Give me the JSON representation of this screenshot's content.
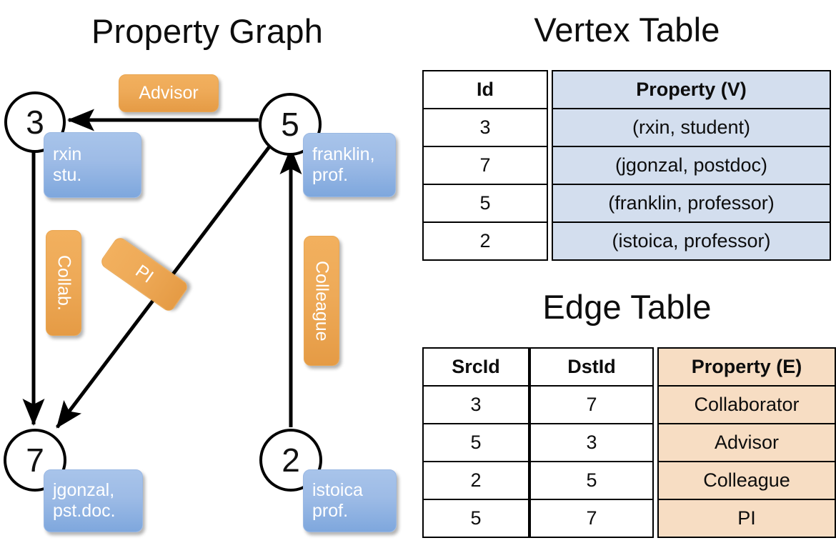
{
  "titles": {
    "property_graph": "Property Graph",
    "vertex_table": "Vertex Table",
    "edge_table": "Edge Table"
  },
  "graph": {
    "nodes": [
      {
        "id": "3",
        "label": "3",
        "prop_line1": "rxin",
        "prop_line2": "stu."
      },
      {
        "id": "5",
        "label": "5",
        "prop_line1": "franklin,",
        "prop_line2": "prof."
      },
      {
        "id": "7",
        "label": "7",
        "prop_line1": "jgonzal,",
        "prop_line2": "pst.doc."
      },
      {
        "id": "2",
        "label": "2",
        "prop_line1": "istoica",
        "prop_line2": "prof."
      }
    ],
    "edge_labels": [
      {
        "name": "advisor",
        "text": "Advisor"
      },
      {
        "name": "collab",
        "text": "Collab."
      },
      {
        "name": "pi",
        "text": "PI"
      },
      {
        "name": "colleague",
        "text": "Colleague"
      }
    ]
  },
  "vertex_table": {
    "headers": [
      "Id",
      "Property (V)"
    ],
    "rows": [
      {
        "id": "3",
        "property": "(rxin, student)"
      },
      {
        "id": "7",
        "property": "(jgonzal, postdoc)"
      },
      {
        "id": "5",
        "property": "(franklin, professor)"
      },
      {
        "id": "2",
        "property": "(istoica, professor)"
      }
    ]
  },
  "edge_table": {
    "headers": [
      "SrcId",
      "DstId",
      "Property (E)"
    ],
    "rows": [
      {
        "src": "3",
        "dst": "7",
        "property": "Collaborator"
      },
      {
        "src": "5",
        "dst": "3",
        "property": "Advisor"
      },
      {
        "src": "2",
        "dst": "5",
        "property": "Colleague"
      },
      {
        "src": "5",
        "dst": "7",
        "property": "PI"
      }
    ]
  },
  "colors": {
    "vertex_property_fill": "#d3deee",
    "edge_property_fill": "#f7ddc3",
    "vertex_chip": "#9dbbe6",
    "edge_chip": "#eeaa58",
    "stroke": "#000000"
  }
}
